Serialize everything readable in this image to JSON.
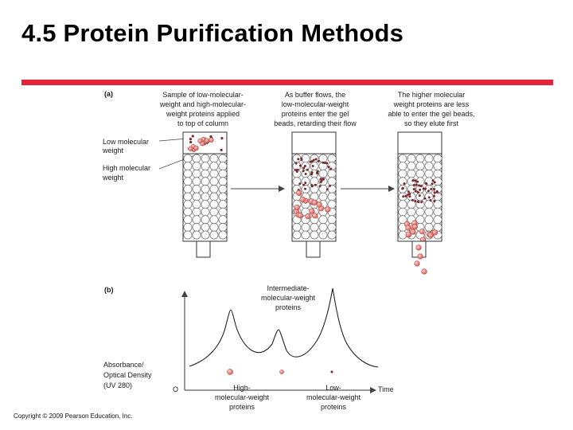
{
  "title": "4.5  Protein Purification Methods",
  "copyright": "Copyright © 2009 Pearson Education, Inc.",
  "colors": {
    "accent_rule": "#e5223a",
    "large_protein": "#e8847f",
    "small_protein": "#7a2a2a"
  },
  "panel_a": {
    "label": "(a)",
    "step1_caption": [
      "Sample of low-molecular-",
      "weight and high-molecular-",
      "weight proteins applied",
      "to top of column"
    ],
    "step2_caption": [
      "As buffer flows, the",
      "low-molecular-weight",
      "proteins enter the gel",
      "beads, retarding their flow"
    ],
    "step3_caption": [
      "The higher molecular",
      "weight proteins are less",
      "able to enter the gel beads,",
      "so they elute first"
    ],
    "low_mw_label": [
      "Low molecular",
      "weight"
    ],
    "high_mw_label": [
      "High molecular",
      "weight"
    ]
  },
  "panel_b": {
    "label": "(b)",
    "y_axis_label": [
      "Absorbance/",
      "Optical Density",
      "(UV 280)"
    ],
    "x_origin": "O",
    "x_axis_label": "Time",
    "intermediate_label": [
      "Intermediate-",
      "molecular-weight",
      "proteins"
    ],
    "high_mw_label": [
      "High-",
      "molecular-weight",
      "proteins"
    ],
    "low_mw_label": [
      "Low-",
      "molecular-weight",
      "proteins"
    ]
  }
}
